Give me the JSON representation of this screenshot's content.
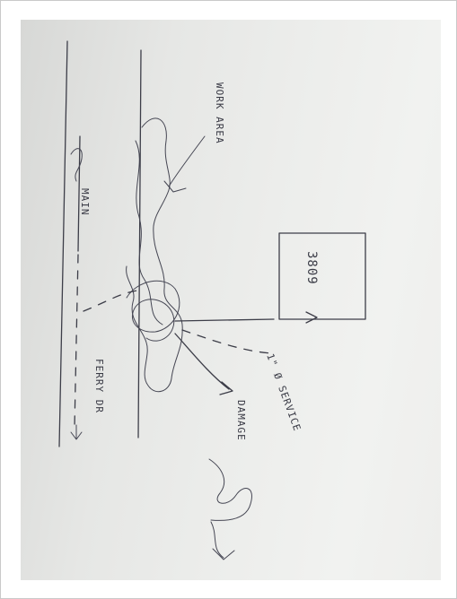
{
  "sketch": {
    "labels": {
      "work_area": "WORK AREA",
      "main": "MAIN",
      "damage": "DAMAGE",
      "service": "1\" Ø SERVICE",
      "house_number": "3809",
      "street": "FERRY DR"
    }
  }
}
